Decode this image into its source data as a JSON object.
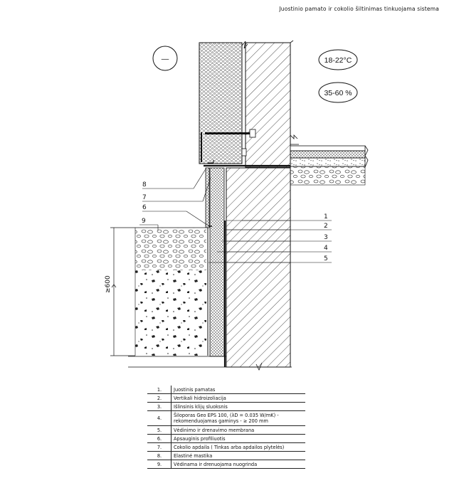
{
  "title": "Juostinio pamato ir cokolio šiltinimas tinkuojama sistema",
  "symbols": {
    "minus": "—",
    "temperature": "18-22°C",
    "humidity": "35-60 %",
    "height_dim": "≥600"
  },
  "callouts": {
    "left": [
      "8",
      "7",
      "6",
      "9"
    ],
    "right": [
      "1",
      "2",
      "3",
      "4",
      "5"
    ]
  },
  "legend": [
    {
      "num": "1.",
      "text": "Juostinis pamatas"
    },
    {
      "num": "2.",
      "text": "Vertikali hidroizoliacija"
    },
    {
      "num": "3.",
      "text": "Išlinsinis klijų sluoksnis"
    },
    {
      "num": "4.",
      "text": "Šiloporas Geo EPS 100, (λD = 0.035 W/mK) - rekomenduojamas gaminys - ≥ 200 mm"
    },
    {
      "num": "5.",
      "text": "Vėdinimo ir drenavimo membrana"
    },
    {
      "num": "6.",
      "text": "Apsauginis profiliuotis"
    },
    {
      "num": "7.",
      "text": "Cokolio apdaila ( Tinkas arba apdailos plytelės)"
    },
    {
      "num": "8.",
      "text": "Elastinė mastika"
    },
    {
      "num": "9.",
      "text": "Vėdinama ir drenuojama nuogrinda"
    }
  ]
}
